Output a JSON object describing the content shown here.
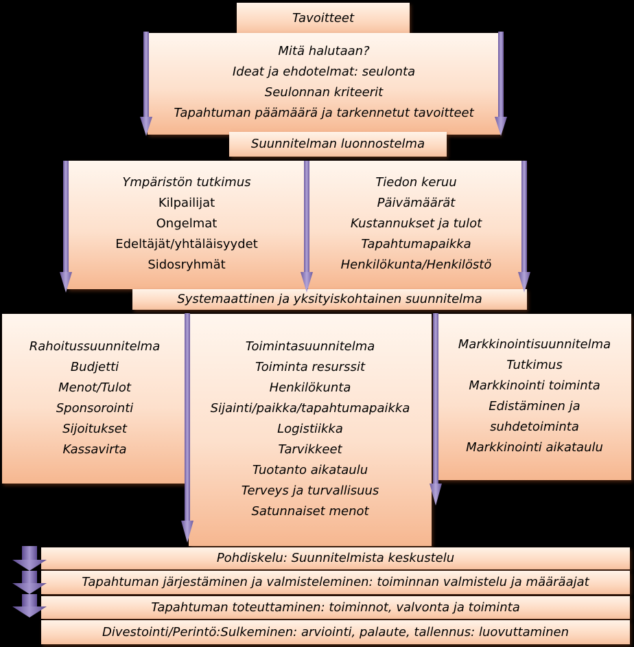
{
  "colors": {
    "box_light": "#fff6ee",
    "box_dark": "#f6b790",
    "arrow": "#8c7ab8",
    "background": "#000000"
  },
  "top": {
    "title": "Tavoitteet"
  },
  "goals_box": {
    "lines": [
      "Mitä halutaan?",
      "Ideat ja ehdotelmat: seulonta",
      "Seulonnan kriteerit",
      "Tapahtuman päämäärä ja tarkennetut tavoitteet"
    ]
  },
  "draft": {
    "title": "Suunnitelman luonnostelma"
  },
  "research_box": {
    "lines": [
      "Ympäristön tutkimus",
      "Kilpailijat",
      "Ongelmat",
      "Edeltäjät/yhtäläisyydet",
      "Sidosryhmät"
    ]
  },
  "info_box": {
    "lines": [
      "Tiedon keruu",
      "Päivämäärät",
      "Kustannukset ja tulot",
      "Tapahtumapaikka",
      "Henkilökunta/Henkilöstö"
    ]
  },
  "systematic": {
    "title": "Systemaattinen ja yksityiskohtainen suunnitelma"
  },
  "finance_box": {
    "lines": [
      "Rahoitussuunnitelma",
      "Budjetti",
      "Menot/Tulot",
      "Sponsorointi",
      "Sijoitukset",
      "Kassavirta"
    ]
  },
  "operations_box": {
    "lines": [
      "Toimintasuunnitelma",
      "Toiminta resurssit",
      "Henkilökunta",
      "Sijainti/paikka/tapahtumapaikka",
      "Logistiikka",
      "Tarvikkeet",
      "Tuotanto aikataulu",
      "Terveys ja turvallisuus",
      "Satunnaiset menot"
    ]
  },
  "marketing_box": {
    "lines": [
      "Markkinointisuunnitelma",
      "Tutkimus",
      "Markkinointi toiminta",
      "Edistäminen ja",
      "suhdetoiminta",
      "Markkinointi aikataulu"
    ]
  },
  "bottom_steps": [
    "Pohdiskelu: Suunnitelmista keskustelu",
    "Tapahtuman järjestäminen ja valmisteleminen: toiminnan valmistelu ja määräajat",
    "Tapahtuman toteuttaminen: toiminnot, valvonta ja toiminta",
    "Divestointi/Perintö:Sulkeminen: arviointi, palaute, tallennus: luovuttaminen"
  ]
}
